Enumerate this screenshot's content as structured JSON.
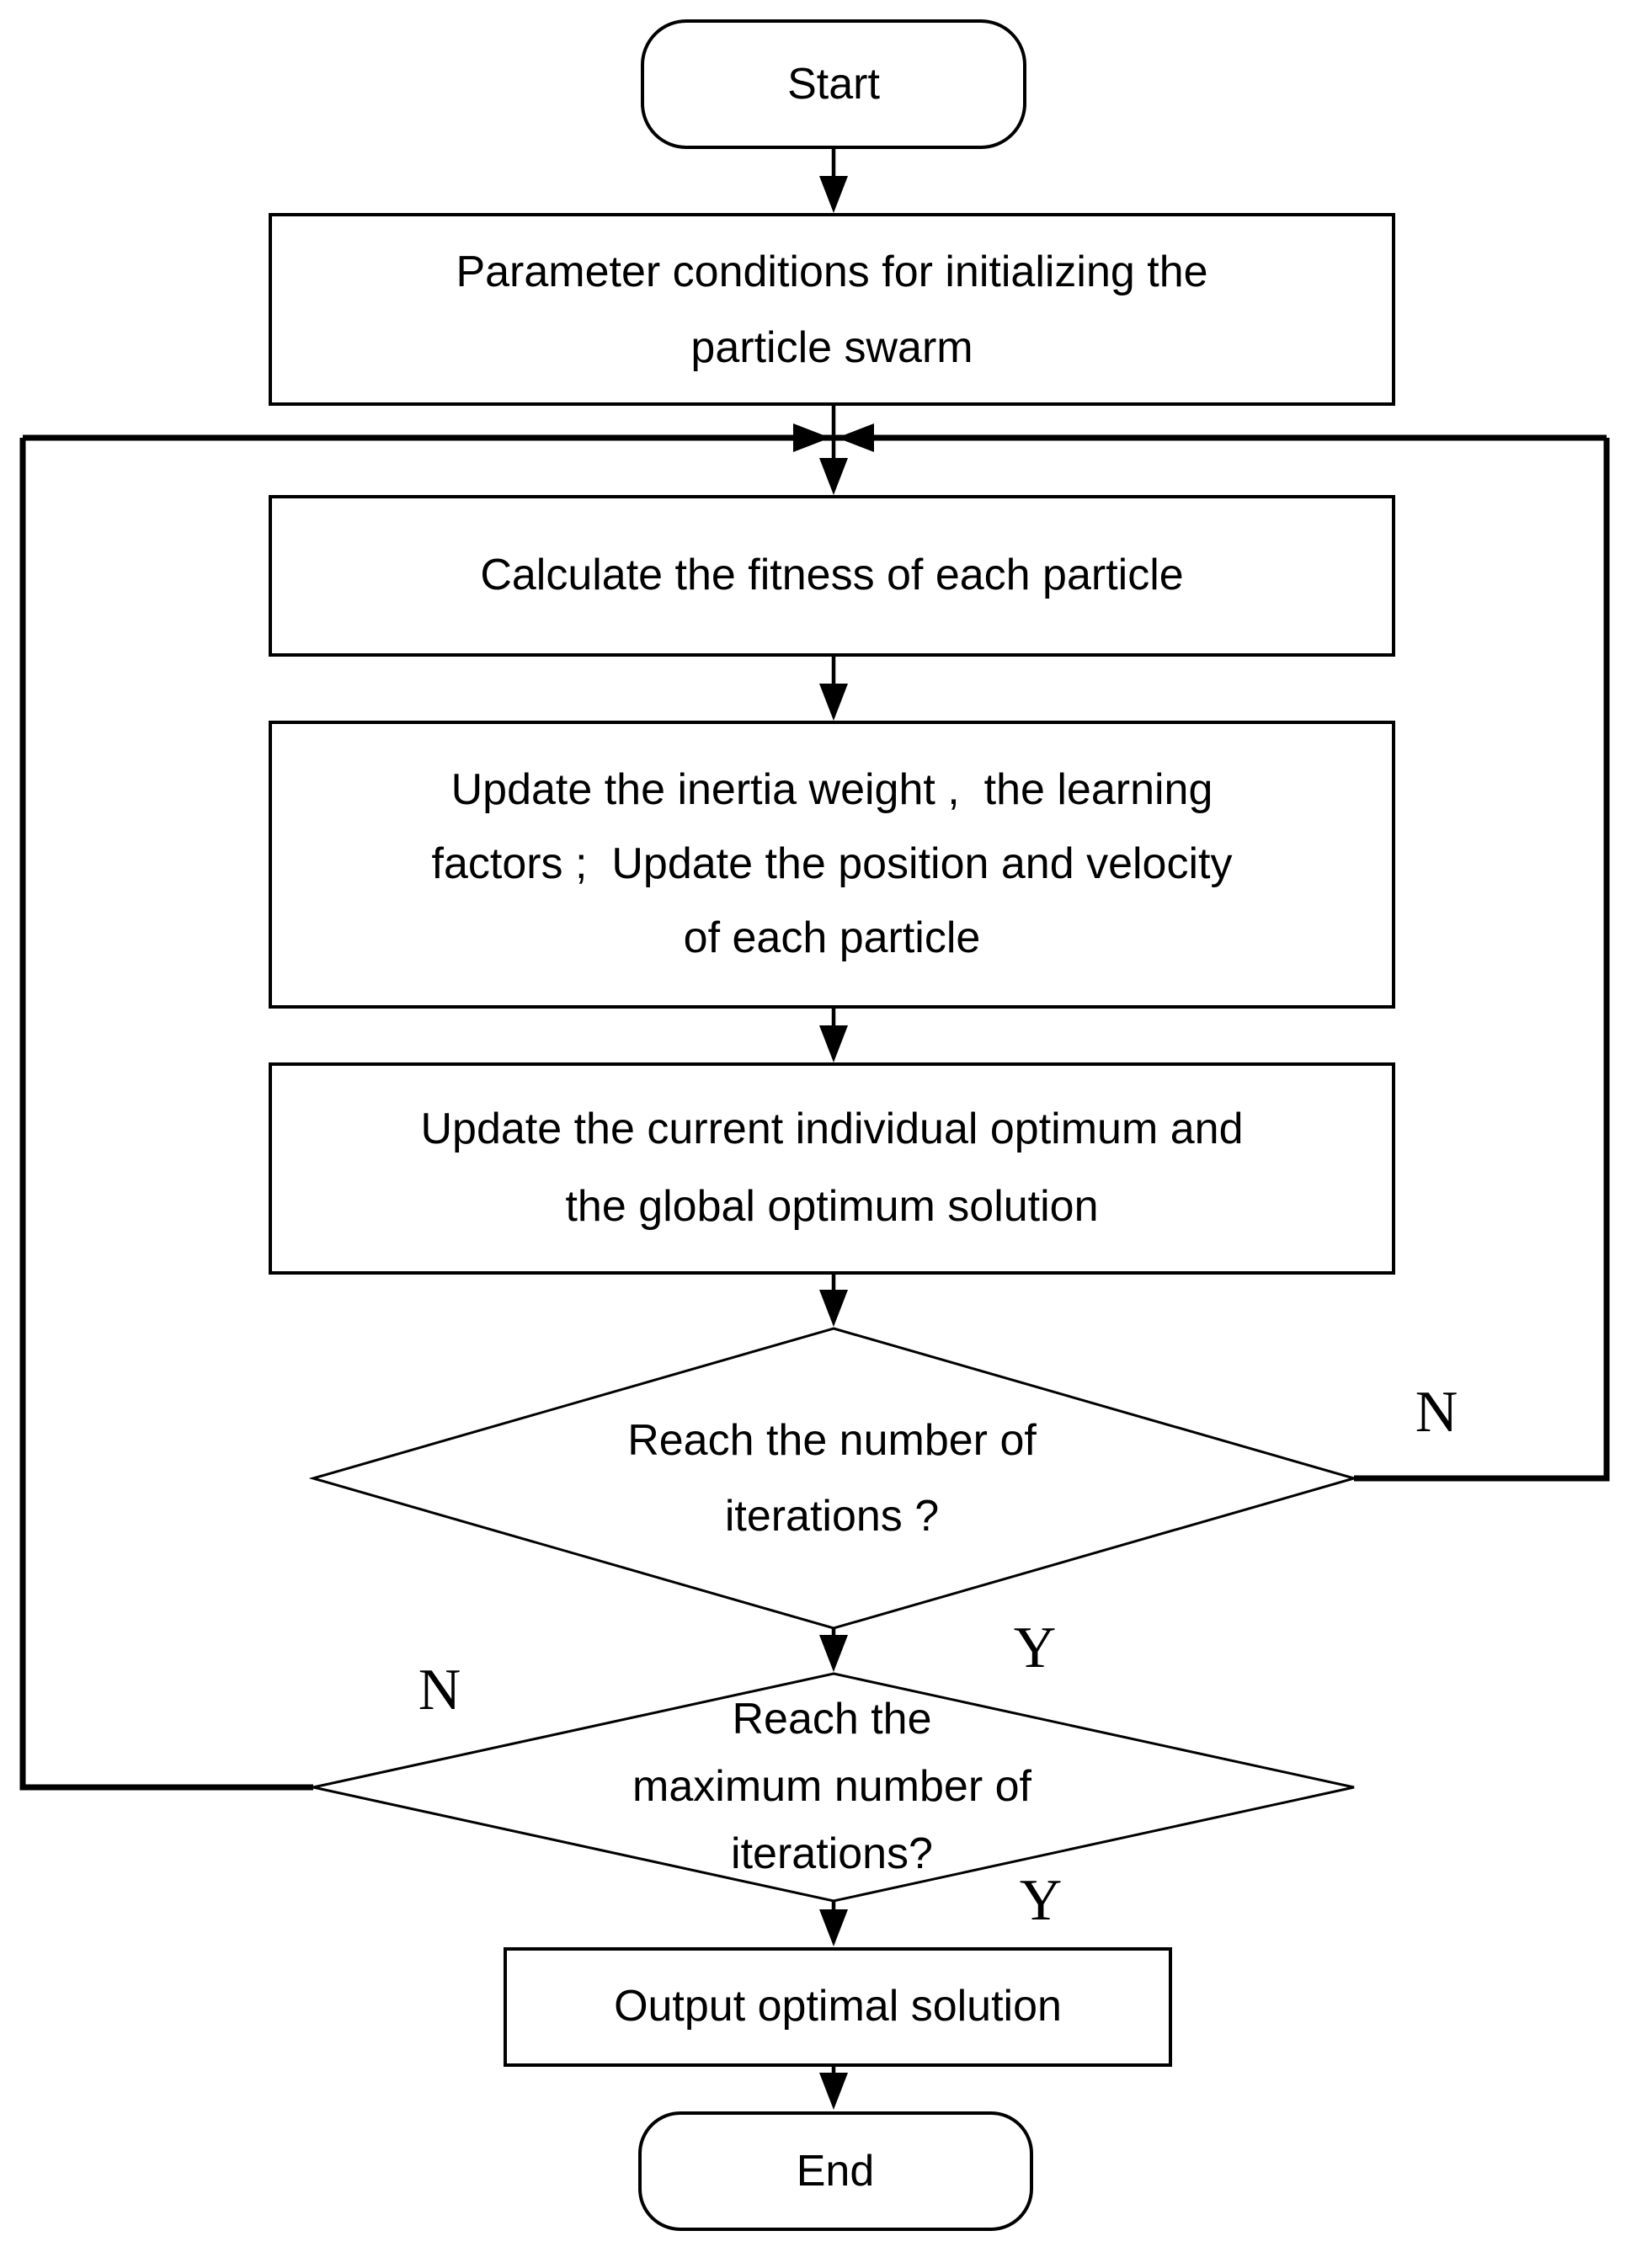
{
  "diagram": {
    "type": "flowchart",
    "background": "#ffffff",
    "line_color": "#000000",
    "nodes": {
      "start": {
        "shape": "terminator",
        "label": "Start"
      },
      "init_params": {
        "shape": "process",
        "lines": [
          "Parameter conditions for initializing the",
          "particle swarm"
        ]
      },
      "fitness": {
        "shape": "process",
        "lines": [
          "Calculate the fitness of each particle"
        ]
      },
      "update_weights": {
        "shape": "process",
        "lines": [
          "Update the inertia weight ,  the learning",
          "factors ;  Update the position and velocity",
          "of each particle"
        ]
      },
      "update_optimum": {
        "shape": "process",
        "lines": [
          "Update the current individual optimum and",
          "the global optimum solution"
        ]
      },
      "reach_iterations": {
        "shape": "decision",
        "lines": [
          "Reach the number of",
          "iterations ?"
        ]
      },
      "reach_max_iterations": {
        "shape": "decision",
        "lines": [
          "Reach the",
          "maximum number of",
          "iterations?"
        ]
      },
      "output": {
        "shape": "process",
        "lines": [
          "Output optimal solution"
        ]
      },
      "end": {
        "shape": "terminator",
        "label": "End"
      }
    },
    "edge_labels": {
      "reach_iterations_no": "N",
      "reach_iterations_yes": "Y",
      "reach_max_iterations_no": "N",
      "reach_max_iterations_yes": "Y"
    }
  }
}
